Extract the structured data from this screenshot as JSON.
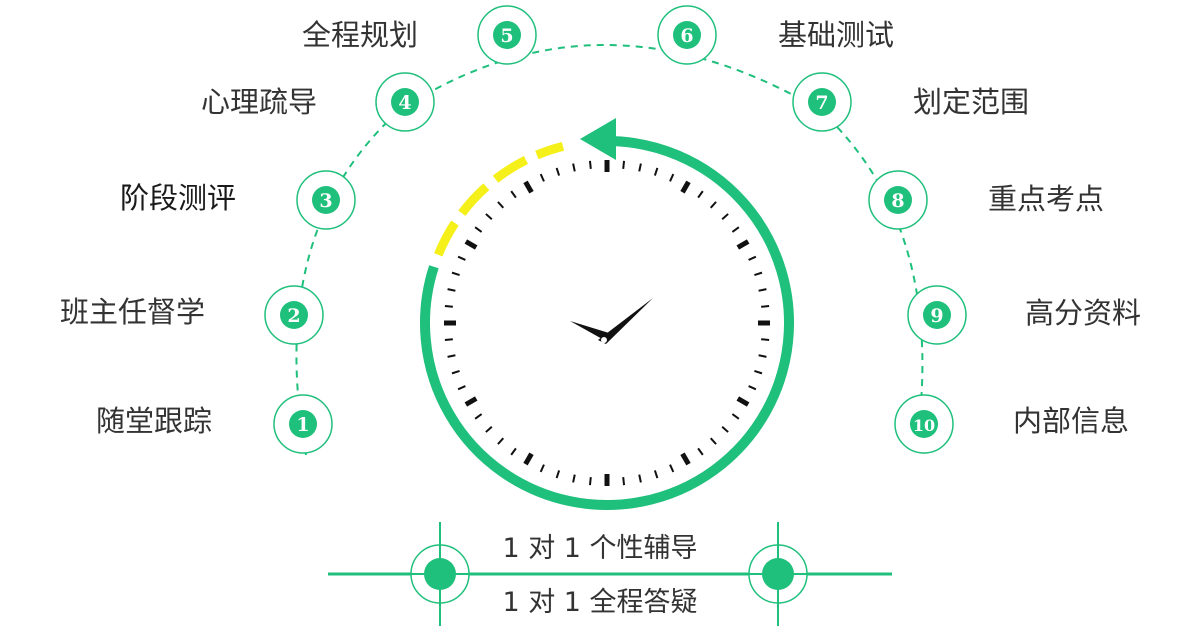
{
  "colors": {
    "accent": "#1fbf7c",
    "accent_ring": "#1fbf7c",
    "highlight": "#f5ef1a",
    "text": "#333333",
    "tick": "#111111"
  },
  "steps": [
    {
      "number": "1",
      "label": "随堂跟踪"
    },
    {
      "number": "2",
      "label": "班主任督学"
    },
    {
      "number": "3",
      "label": "阶段测评"
    },
    {
      "number": "4",
      "label": "心理疏导"
    },
    {
      "number": "5",
      "label": "全程规划"
    },
    {
      "number": "6",
      "label": "基础测试"
    },
    {
      "number": "7",
      "label": "划定范围"
    },
    {
      "number": "8",
      "label": "重点考点"
    },
    {
      "number": "9",
      "label": "高分资料"
    },
    {
      "number": "10",
      "label": "内部信息"
    }
  ],
  "footer": {
    "line1": "1 对 1 个性辅导",
    "line2": "1 对 1 全程答疑"
  }
}
